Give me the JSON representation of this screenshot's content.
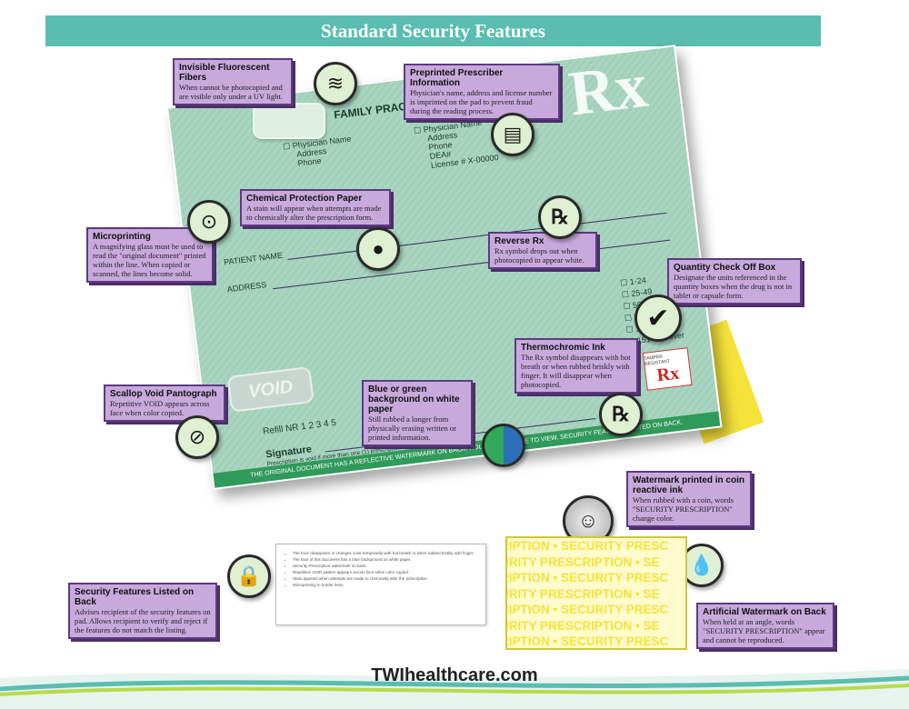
{
  "banner": {
    "title": "Standard Security Features"
  },
  "prescription": {
    "practice": "FAMILY PRACTICE CENTER",
    "rx_symbol": "Rx",
    "physician_left": [
      "Physician Name",
      "Address",
      "Phone"
    ],
    "physician_right": [
      "Physician Name",
      "Address",
      "Phone",
      "DEA#",
      "License #  X-00000"
    ],
    "patient_name": "PATIENT NAME",
    "address": "ADDRESS",
    "quantity": [
      "1-24",
      "25-49",
      "50-74",
      "75-100",
      "101-150",
      "151 and over"
    ],
    "refill": "Refill   NR   1   2   3   4   5",
    "signature": "Signature",
    "void_note": "Prescription is void if more than one (1) prescription is written per blank.",
    "bottom_bar": "THE ORIGINAL DOCUMENT HAS A REFLECTIVE WATERMARK ON BACK. HOLD AT AN ANGLE TO VIEW. SECURITY FEATURES LISTED ON BACK.",
    "tamper_label": "TAMPER RESISTANT",
    "void_pantograph": "VOID"
  },
  "callouts": {
    "fibers": {
      "title": "Invisible Fluorescent Fibers",
      "body": "When cannot be photocopied and are visible only under a UV light."
    },
    "preprinted": {
      "title": "Preprinted Prescriber Information",
      "body": "Physician's name, address and license number is imprinted on the pad to prevent fraud during the reading process."
    },
    "chemical": {
      "title": "Chemical Protection Paper",
      "body": "A stain will appear when attempts are made to chemically alter the prescription form."
    },
    "microprinting": {
      "title": "Microprinting",
      "body": "A magnifying glass must be used to read the \"original document\" printed within the line. When copied or scanned, the lines become solid."
    },
    "reverse_rx": {
      "title": "Reverse Rx",
      "body": "Rx symbol drops out when photocopied to appear white."
    },
    "quantity": {
      "title": "Quantity Check Off Box",
      "body": "Designate the units referenced in the quantity boxes when the drug is not in tablet or capsule form."
    },
    "thermochromic": {
      "title": "Thermochromic Ink",
      "body": "The Rx symbol disappears with hot breath or when rubbed briskly with finger. It will disappear when photocopied."
    },
    "scallop": {
      "title": "Scallop Void Pantograph",
      "body": "Repetitive VOID appears across face when color copied."
    },
    "blue_green": {
      "title": "Blue or green background on white paper",
      "body": "Still rubbed a longer from physically erasing written or printed information."
    },
    "watermark_coin": {
      "title": "Watermark printed in coin reactive ink",
      "body": "When rubbed with a coin, words \"SECURITY PRESCRIPTION\" change color."
    },
    "listed_back": {
      "title": "Security Features Listed on Back",
      "body": "Advises recipient of the security features on pad. Allows recipient to verify and reject if the features do not match the listing."
    },
    "artificial": {
      "title": "Artificial Watermark on Back",
      "body": "When held at an angle, words \"SECURITY PRESCRIPTION\" appear and cannot be reproduced."
    }
  },
  "back_card": {
    "items": [
      "The hour disappears or changes color temporarily with hot breath or when rubbed briskly with finger.",
      "The face of this document has a blue background on white paper.",
      "Security Prescription watermark on back.",
      "Repetitive VOID pattern appears across face when color copied.",
      "Stain appears when attempts are made to chemically alter the prescription.",
      "Microprinting in border lines."
    ]
  },
  "watermark_sample": {
    "lines": [
      "RIPTION • SECURITY PRESC",
      "URITY PRESCRIPTION • SE",
      "RIPTION • SECURITY PRESC",
      "URITY PRESCRIPTION • SE",
      "RIPTION • SECURITY PRESC",
      "URITY PRESCRIPTION • SE",
      "RIPTION • SECURITY PRESC"
    ]
  },
  "icons": [
    "fibers-icon",
    "document-icon",
    "magnifier-icon",
    "stain-icon",
    "rx-badge-icon",
    "checkmark-icon",
    "rx-thermo-icon",
    "no-copy-icon",
    "color-circle-icon",
    "coin-icon",
    "lock-icon",
    "droplet-icon"
  ],
  "footer": {
    "website": "TWIhealthcare.com"
  },
  "colors": {
    "banner": "#5bbdb0",
    "callout_fill": "#c8a9dc",
    "callout_border": "#5d3a82",
    "sheet": "#a8d4c0",
    "watermark": "#f4e23a"
  }
}
